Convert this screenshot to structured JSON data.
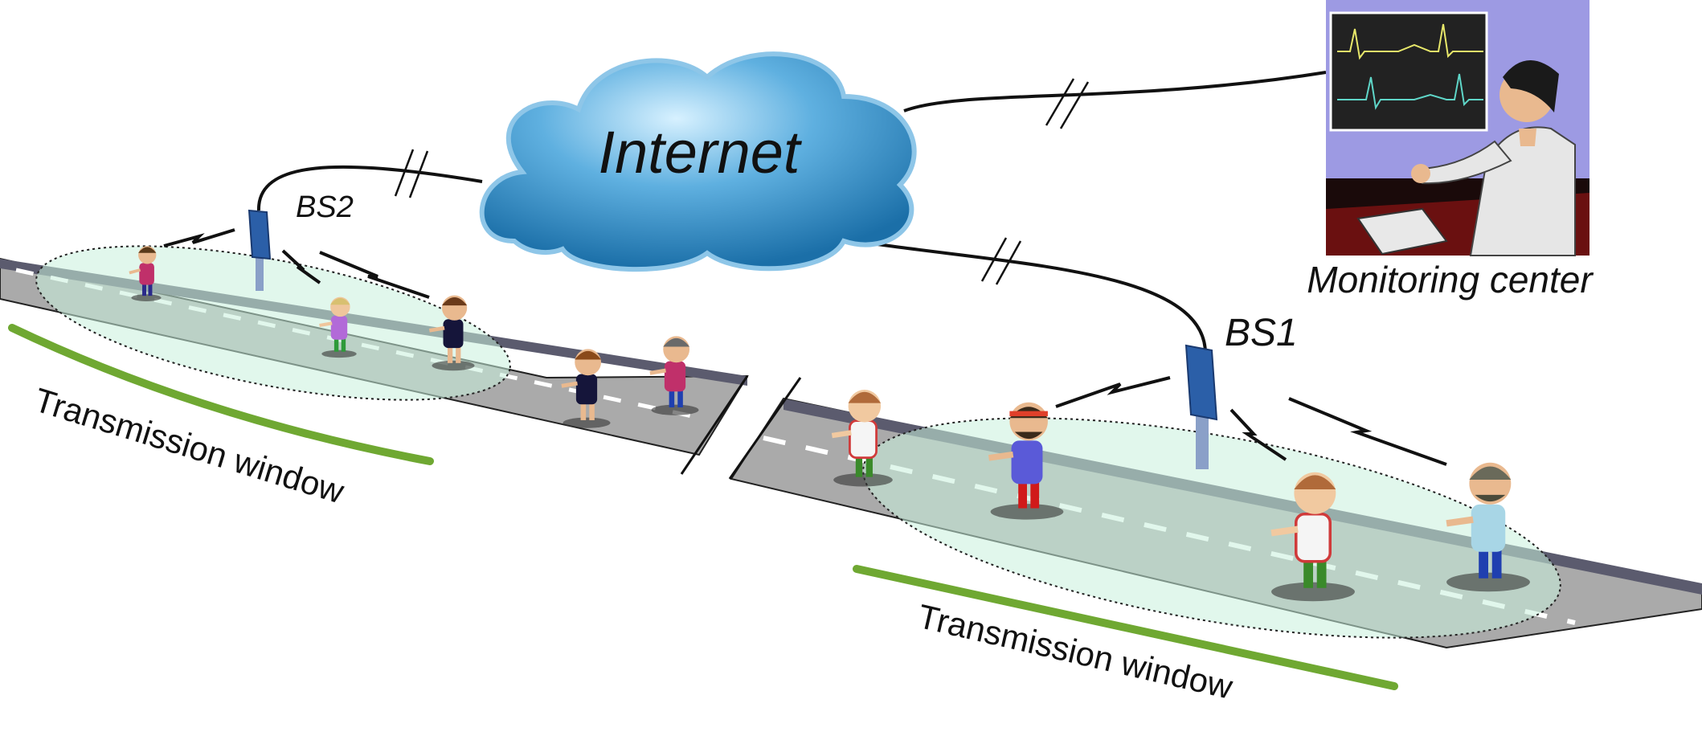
{
  "labels": {
    "cloud": "Internet",
    "monitoring": "Monitoring center",
    "bs1": "BS1",
    "bs2": "BS2",
    "window_left": "Transmission window",
    "window_right": "Transmission window"
  },
  "colors": {
    "cloud_light": "#bfe6fb",
    "cloud_dark": "#1b6fa8",
    "road": "#a9a9a9",
    "road_edge": "#555566",
    "coverage": "#c8f0dd",
    "window_bar": "#6fa832",
    "station": "#2b5fa8",
    "room_wall": "#9d9ae3",
    "desk": "#5a1010",
    "ecg_top": "#e8e86a",
    "ecg_bottom": "#5fd6c8"
  },
  "icons": {
    "cloud": "cloud-icon",
    "station": "base-station-icon",
    "runner": "runner-icon",
    "monitor": "ecg-monitor-icon",
    "operator": "operator-icon"
  }
}
